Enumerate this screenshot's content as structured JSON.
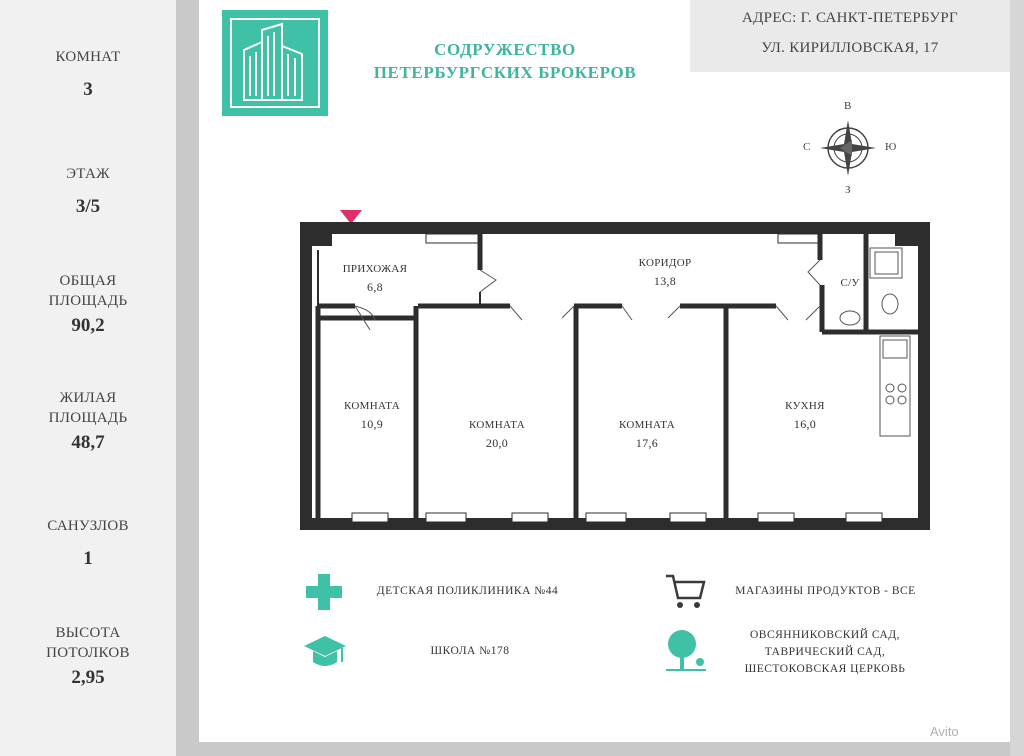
{
  "sidebar": {
    "stats": [
      {
        "label": "КОМНАТ",
        "value": "3"
      },
      {
        "label": "ЭТАЖ",
        "value": "3/5"
      },
      {
        "label": "ОБЩАЯ\nПЛОЩАДЬ",
        "value": "90,2"
      },
      {
        "label": "ЖИЛАЯ\nПЛОЩАДЬ",
        "value": "48,7"
      },
      {
        "label": "САНУЗЛОВ",
        "value": "1"
      },
      {
        "label": "ВЫСОТА\nПОТОЛКОВ",
        "value": "2,95"
      }
    ]
  },
  "header": {
    "company_line1": "СОДРУЖЕСТВО",
    "company_line2": "ПЕТЕРБУРГСКИХ БРОКЕРОВ",
    "address_line1": "АДРЕС: Г. САНКТ-ПЕТЕРБУРГ",
    "address_line2": "УЛ. КИРИЛЛОВСКАЯ, 17",
    "brand_color": "#3fc1a7"
  },
  "compass": {
    "north": "В",
    "south": "З",
    "west": "С",
    "east": "Ю"
  },
  "plan": {
    "rooms": [
      {
        "name": "ПРИХОЖАЯ",
        "area": "6,8"
      },
      {
        "name": "КОРИДОР",
        "area": "13,8"
      },
      {
        "name": "С/У",
        "area": ""
      },
      {
        "name": "КОМНАТА",
        "area": "10,9"
      },
      {
        "name": "КОМНАТА",
        "area": "20,0"
      },
      {
        "name": "КОМНАТА",
        "area": "17,6"
      },
      {
        "name": "КУХНЯ",
        "area": "16,0"
      }
    ],
    "entrance_marker_color": "#e0306a"
  },
  "infrastructure": [
    {
      "icon": "medical-cross-icon",
      "text": "ДЕТСКАЯ ПОЛИКЛИНИКА №44"
    },
    {
      "icon": "shopping-cart-icon",
      "text": "МАГАЗИНЫ ПРОДУКТОВ - ВСЕ"
    },
    {
      "icon": "graduation-cap-icon",
      "text": "ШКОЛА №178"
    },
    {
      "icon": "tree-icon",
      "text": "ОВСЯННИКОВСКИЙ САД,\nТАВРИЧЕСКИЙ САД,\nШЕСТОКОВСКАЯ ЦЕРКОВЬ"
    }
  ],
  "watermark": "Avito"
}
